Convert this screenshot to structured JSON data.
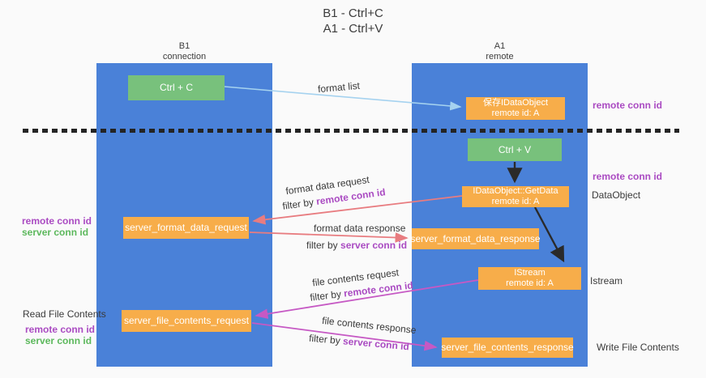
{
  "title": {
    "line1": "B1 - Ctrl+C",
    "line2": "A1 - Ctrl+V"
  },
  "lanes": {
    "left": {
      "name": "B1",
      "role": "connection"
    },
    "right": {
      "name": "A1",
      "role": "remote"
    }
  },
  "boxes": {
    "ctrl_c": {
      "label": "Ctrl + C"
    },
    "ctrl_v": {
      "label": "Ctrl + V"
    },
    "save_dataobject": {
      "line1": "保存IDataObject",
      "line2": "remote id: A"
    },
    "getdata": {
      "line1": "IDataObject::GetData",
      "line2": "remote id: A"
    },
    "istream": {
      "line1": "IStream",
      "line2": "remote id: A"
    },
    "format_request": {
      "label": "server_format_data_request"
    },
    "format_response": {
      "label": "server_format_data_response"
    },
    "file_request": {
      "label": "server_file_contents_request"
    },
    "file_response": {
      "label": "server_file_contents_response"
    }
  },
  "arrow_labels": {
    "format_list": "format list",
    "format_request": {
      "title": "format data request",
      "filter_prefix": "filter by ",
      "filter_key": "remote conn id"
    },
    "format_response": {
      "title": "format data response",
      "filter_prefix": "filter by ",
      "filter_key": "server conn id"
    },
    "file_request": {
      "title": "file contents request",
      "filter_prefix": "filter by ",
      "filter_key": "remote conn id"
    },
    "file_response": {
      "title": "file contents response",
      "filter_prefix": "filter by ",
      "filter_key": "server conn id"
    }
  },
  "side_labels": {
    "right_conn_id_top": "remote conn id",
    "right_conn_id_mid": "remote conn id",
    "dataobject": "DataObject",
    "istream": "Istream",
    "write_file_contents": "Write File Contents",
    "read_file_contents": "Read File Contents",
    "left_mid_remote": "remote conn id",
    "left_mid_server": "server conn id",
    "left_bottom_remote": "remote conn id",
    "left_bottom_server": "server conn id"
  },
  "colors": {
    "lane_blue": "#4a81d8",
    "box_green": "#78c17c",
    "box_orange": "#f7ad4a",
    "arrow_salmon": "#e87c80",
    "arrow_magenta": "#c659c4",
    "arrow_lightblue": "#a5d2ef",
    "arrow_black": "#2a2a2a",
    "text_purple": "#aa4bc2",
    "text_green": "#5cb85c"
  }
}
